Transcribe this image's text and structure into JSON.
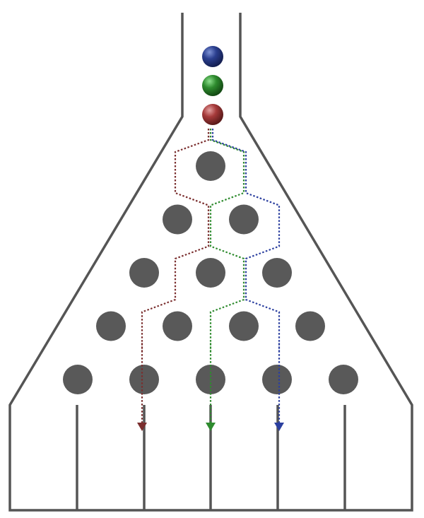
{
  "diagram": {
    "kind": "galton-board",
    "balls": [
      {
        "name": "blue-ball",
        "color": "#2b3f8f"
      },
      {
        "name": "green-ball",
        "color": "#2e8b2e"
      },
      {
        "name": "red-ball",
        "color": "#a63a3a"
      }
    ],
    "peg_rows": [
      1,
      2,
      3,
      4,
      5
    ],
    "bins": 6,
    "paths": [
      {
        "name": "red-path",
        "color": "#7a2e2e",
        "moves": [
          "L",
          "R",
          "L",
          "L"
        ]
      },
      {
        "name": "green-path",
        "color": "#2e8b2e",
        "moves": [
          "R",
          "L",
          "R",
          "L"
        ]
      },
      {
        "name": "blue-path",
        "color": "#2b3f9f",
        "moves": [
          "R",
          "R",
          "L",
          "R"
        ]
      }
    ],
    "colors": {
      "frame": "#555555",
      "peg": "#595959"
    }
  }
}
